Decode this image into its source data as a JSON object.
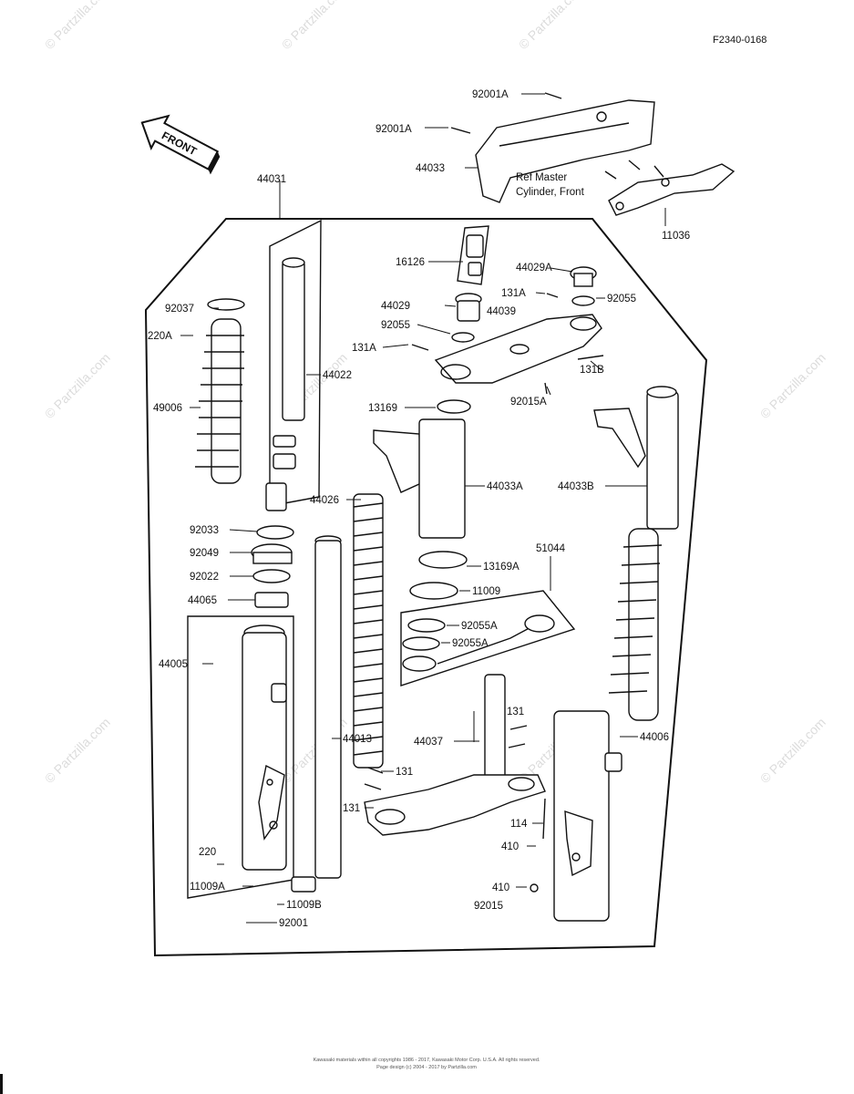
{
  "diagram_code": "F2340-0168",
  "front_label": "FRONT",
  "ref_note": [
    "Ref Master",
    "Cylinder, Front"
  ],
  "watermark": "© Partzilla.com",
  "footer": [
    "Kawasaki materials within all copyrights 1986 - 2017, Kawasaki Motor Corp. U.S.A. All rights reserved.",
    "Page design (c) 2004 - 2017 by Partzilla.com"
  ],
  "labels": {
    "p92001A_top": "92001A",
    "p92001A_mid": "92001A",
    "p44033": "44033",
    "p11036": "11036",
    "p44031": "44031",
    "p16126": "16126",
    "p44029A": "44029A",
    "p131A_top": "131A",
    "p92055_r": "92055",
    "p44029": "44029",
    "p44039": "44039",
    "p92055_l": "92055",
    "p131A_mid": "131A",
    "p92015A": "92015A",
    "p131B": "131B",
    "p92037": "92037",
    "p220A": "220A",
    "p44022": "44022",
    "p49006": "49006",
    "p13169": "13169",
    "p44033A": "44033A",
    "p44033B": "44033B",
    "p44026": "44026",
    "p92033": "92033",
    "p92049": "92049",
    "p13169A": "13169A",
    "p51044": "51044",
    "p92022": "92022",
    "p11009": "11009",
    "p44065": "44065",
    "p92055A_1": "92055A",
    "p92055A_2": "92055A",
    "p44005": "44005",
    "p131_a": "131",
    "p44037": "44037",
    "p44013": "44013",
    "p44006": "44006",
    "p131_b": "131",
    "p131_c": "131",
    "p114": "114",
    "p220": "220",
    "p410_a": "410",
    "p11009A": "11009A",
    "p410_b": "410",
    "p11009B": "11009B",
    "p92015": "92015",
    "p92001": "92001"
  }
}
